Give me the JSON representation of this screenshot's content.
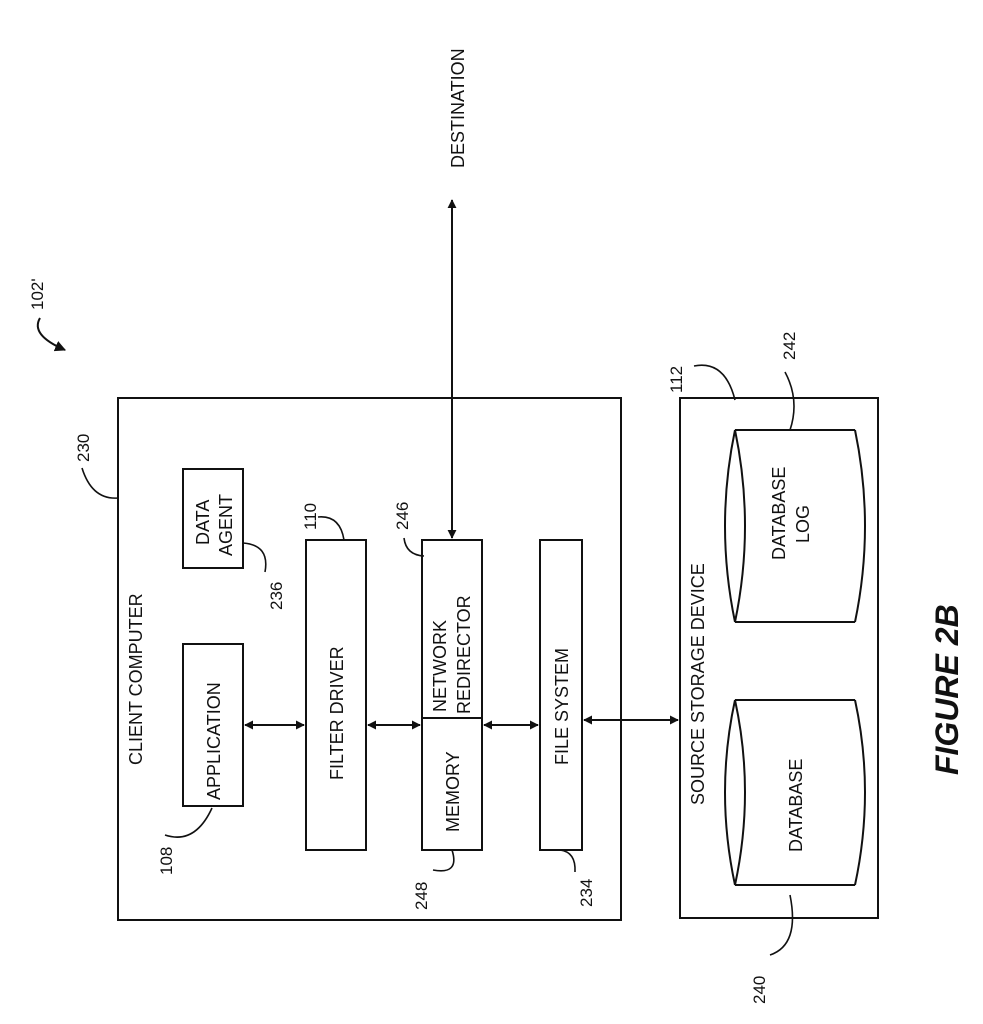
{
  "figure_id": "102'",
  "figure_title": "FIGURE 2B",
  "destination": "DESTINATION",
  "client_computer": {
    "label": "CLIENT COMPUTER",
    "ref": "230"
  },
  "application": {
    "label": "APPLICATION",
    "ref": "108"
  },
  "data_agent": {
    "line1": "DATA",
    "line2": "AGENT",
    "ref": "236"
  },
  "filter_driver": {
    "label": "FILTER DRIVER",
    "ref": "110"
  },
  "network_redirector": {
    "line1": "NETWORK",
    "line2": "REDIRECTOR",
    "ref": "246"
  },
  "memory": {
    "label": "MEMORY",
    "ref": "248"
  },
  "file_system": {
    "label": "FILE SYSTEM",
    "ref": "234"
  },
  "source_storage": {
    "label": "SOURCE STORAGE DEVICE",
    "ref": "112"
  },
  "database": {
    "label": "DATABASE",
    "ref": "240"
  },
  "database_log": {
    "line1": "DATABASE",
    "line2": "LOG",
    "ref": "242"
  }
}
